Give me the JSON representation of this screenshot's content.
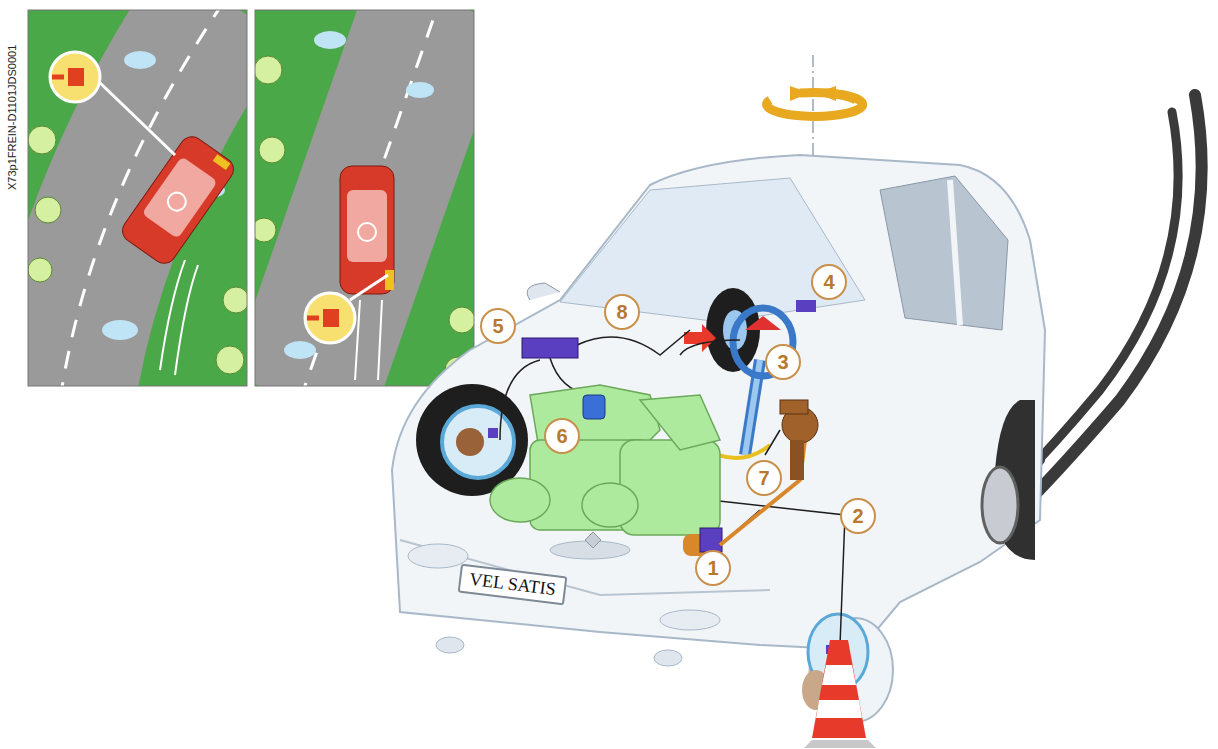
{
  "diagram": {
    "labels": [
      "X73p1FREIN-D1101JDS0001",
      "4",
      "8",
      "5",
      "3",
      "6",
      "7",
      "2",
      "1",
      "VEL SATIS"
    ]
  }
}
